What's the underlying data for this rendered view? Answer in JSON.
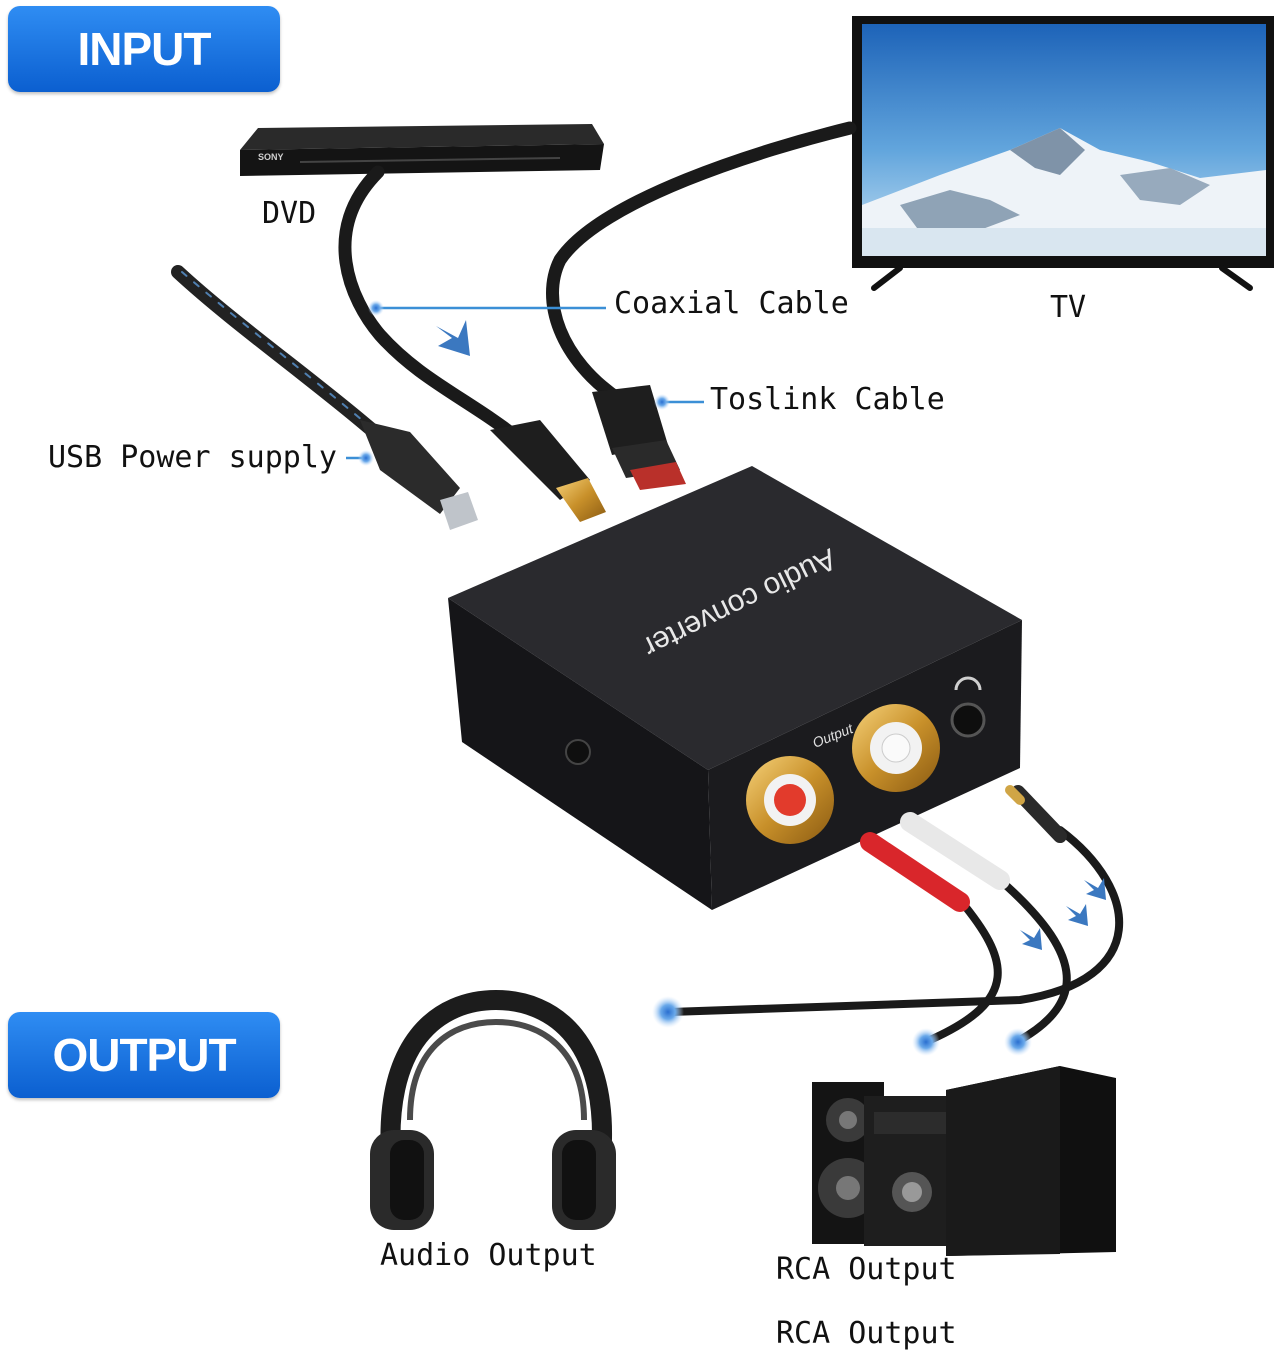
{
  "badges": {
    "input": "INPUT",
    "output": "OUTPUT"
  },
  "labels": {
    "dvd": "DVD",
    "tv": "TV",
    "coaxial": "Coaxial Cable",
    "toslink": "Toslink Cable",
    "usb": "USB Power supply",
    "audio_output": "Audio Output",
    "rca_output_1": "RCA Output",
    "rca_output_2": "RCA Output"
  },
  "device": {
    "name": "Audio converter",
    "port_label": "Output",
    "dvd_brand": "SONY"
  },
  "colors": {
    "badge_blue": "#1a73e8",
    "leader_line": "#3b8fd6",
    "device_body": "#1b1b1e",
    "rca_gold": "#d4a334"
  }
}
